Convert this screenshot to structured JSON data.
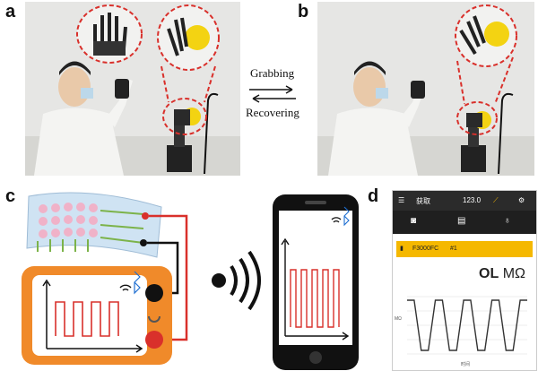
{
  "panels": {
    "a": "a",
    "b": "b",
    "c": "c",
    "d": "d"
  },
  "arrows": {
    "grabbing": "Grabbing",
    "recovering": "Recovering"
  },
  "app": {
    "menu_label": "获取",
    "value": "123.0",
    "device": "F3000FC",
    "channel": "#1",
    "reading_value": "OL",
    "reading_unit": "MΩ",
    "y_axis_label": "MΩ",
    "x_axis_label": "时间"
  },
  "chart_data": {
    "type": "line",
    "title": "",
    "xlabel": "时间",
    "ylabel": "MΩ",
    "series": [
      {
        "values": [
          1,
          1,
          0,
          0,
          1,
          1,
          0,
          0,
          1,
          1,
          0,
          0,
          1,
          1,
          0,
          0,
          1,
          1
        ]
      }
    ]
  },
  "colors": {
    "dashed_circle": "#d9302b",
    "device_orange": "#f08a2a",
    "wire_red": "#d9302b",
    "app_yellow": "#f5b800",
    "signal_red": "#d9302b"
  }
}
